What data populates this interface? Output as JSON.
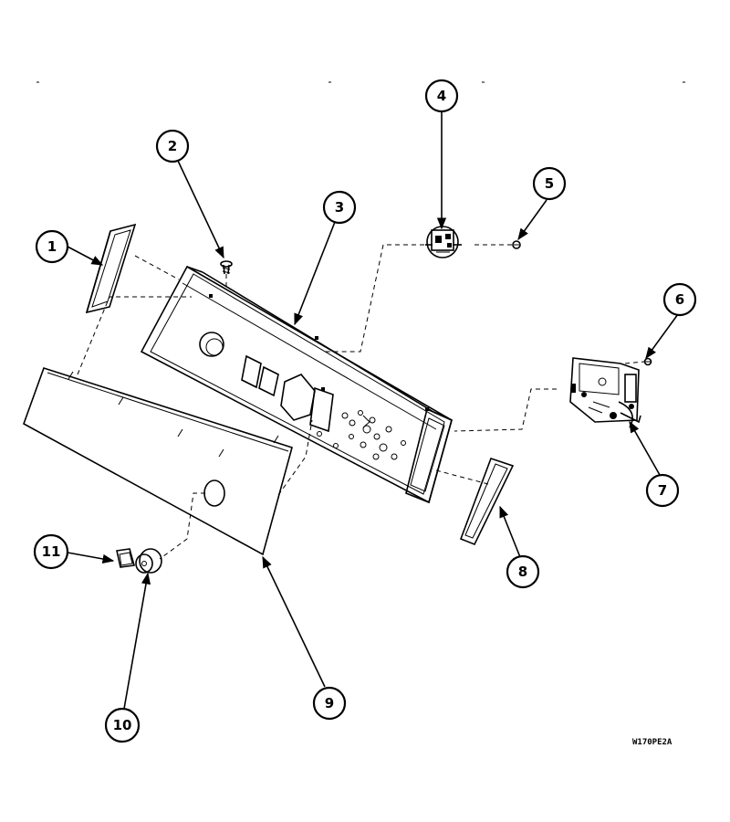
{
  "callouts": [
    {
      "label": "1"
    },
    {
      "label": "2"
    },
    {
      "label": "3"
    },
    {
      "label": "4"
    },
    {
      "label": "5"
    },
    {
      "label": "6"
    },
    {
      "label": "7"
    },
    {
      "label": "8"
    },
    {
      "label": "9"
    },
    {
      "label": "10"
    },
    {
      "label": "11"
    }
  ],
  "drawing_code": "W170PE2A",
  "colors": {
    "ink": "#000000",
    "paper": "#ffffff"
  }
}
